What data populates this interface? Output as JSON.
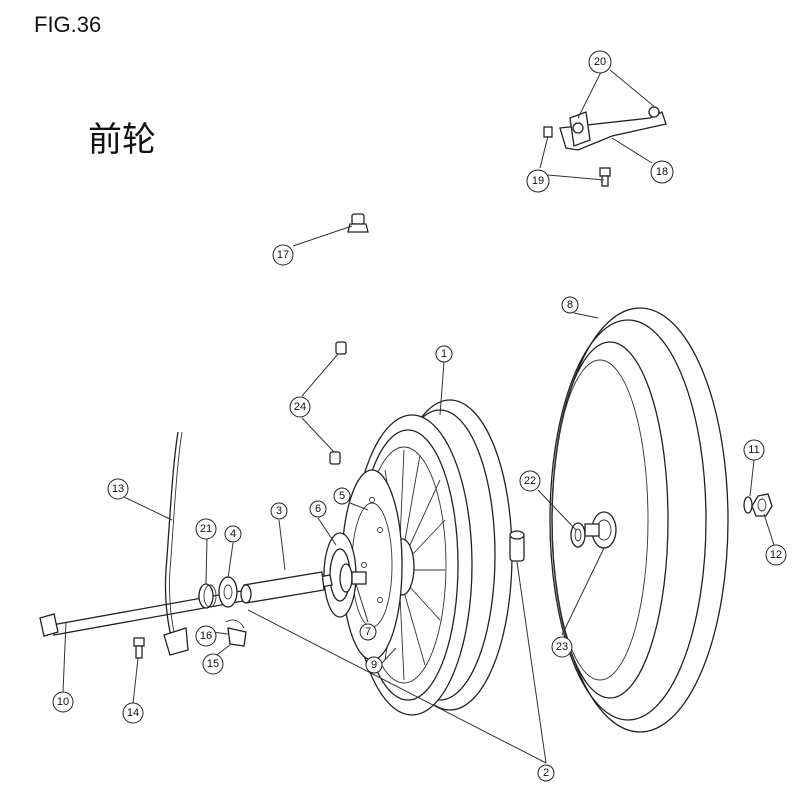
{
  "header": {
    "figure_label": "FIG.36",
    "title": "前轮"
  },
  "callouts": [
    {
      "id": "c1",
      "label": "1"
    },
    {
      "id": "c2",
      "label": "2"
    },
    {
      "id": "c3",
      "label": "3"
    },
    {
      "id": "c4",
      "label": "4"
    },
    {
      "id": "c5",
      "label": "5"
    },
    {
      "id": "c6",
      "label": "6"
    },
    {
      "id": "c7",
      "label": "7"
    },
    {
      "id": "c8",
      "label": "8"
    },
    {
      "id": "c9",
      "label": "9"
    },
    {
      "id": "c10",
      "label": "10"
    },
    {
      "id": "c11",
      "label": "11"
    },
    {
      "id": "c12",
      "label": "12"
    },
    {
      "id": "c13",
      "label": "13"
    },
    {
      "id": "c14",
      "label": "14"
    },
    {
      "id": "c15",
      "label": "15"
    },
    {
      "id": "c16",
      "label": "16"
    },
    {
      "id": "c17",
      "label": "17"
    },
    {
      "id": "c18",
      "label": "18"
    },
    {
      "id": "c19",
      "label": "19"
    },
    {
      "id": "c20",
      "label": "20"
    },
    {
      "id": "c21",
      "label": "21"
    },
    {
      "id": "c22",
      "label": "22"
    },
    {
      "id": "c23",
      "label": "23"
    },
    {
      "id": "c24",
      "label": "24"
    }
  ]
}
